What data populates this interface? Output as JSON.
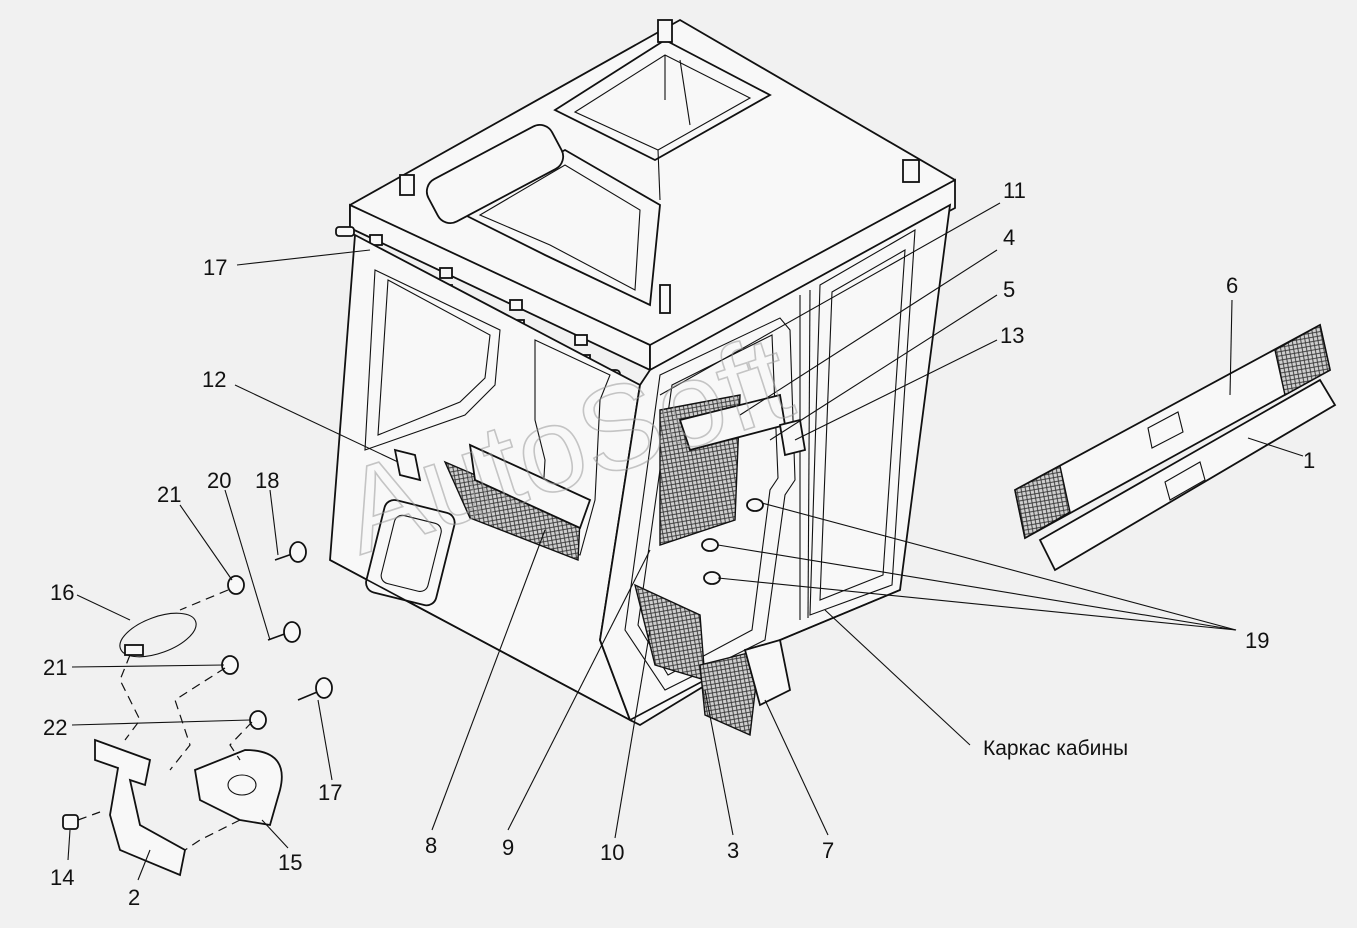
{
  "watermark": "AutoSoft",
  "assembly_label": "Каркас кабины",
  "callouts": {
    "c1": "1",
    "c2": "2",
    "c3": "3",
    "c4": "4",
    "c5": "5",
    "c6": "6",
    "c7": "7",
    "c8": "8",
    "c9": "9",
    "c10": "10",
    "c11": "11",
    "c12": "12",
    "c13": "13",
    "c14": "14",
    "c15": "15",
    "c16": "16",
    "c17a": "17",
    "c17b": "17",
    "c18": "18",
    "c19": "19",
    "c20": "20",
    "c21a": "21",
    "c21b": "21",
    "c22": "22"
  },
  "colors": {
    "background": "#f1f1f1",
    "ink": "#111111",
    "watermark": "#9a9a9a"
  }
}
